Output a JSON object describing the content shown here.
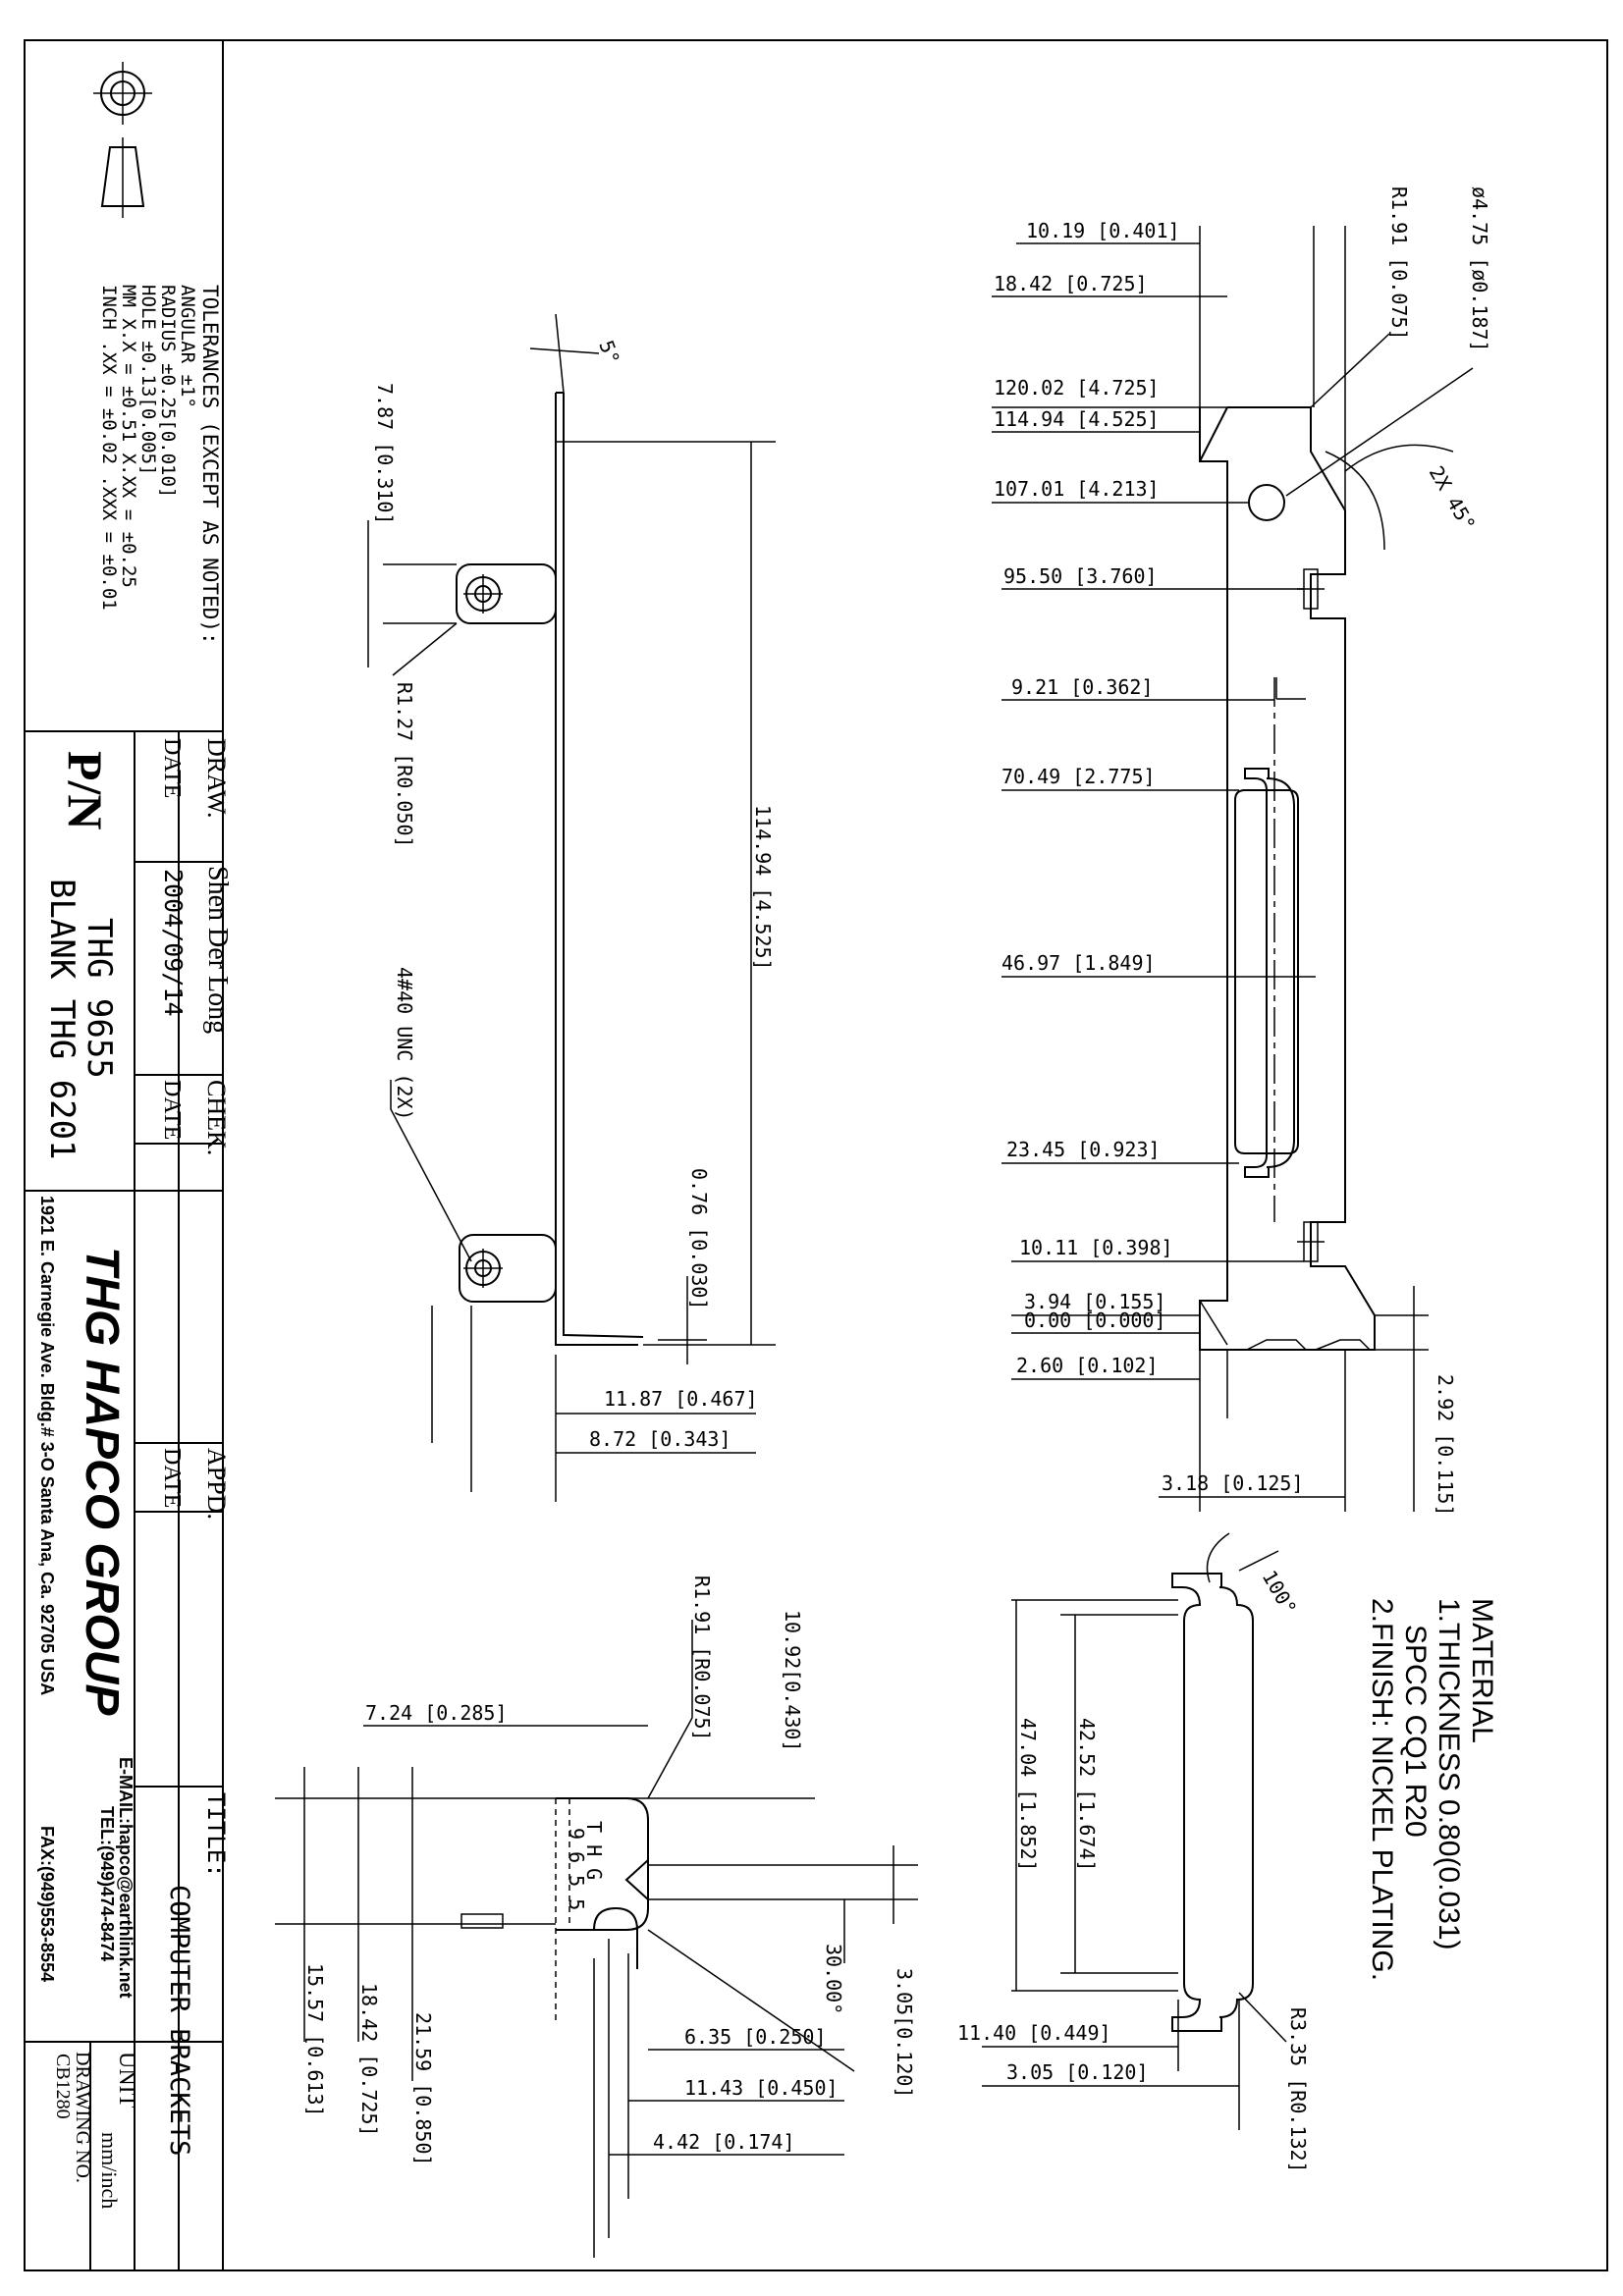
{
  "title_block": {
    "tolerances": {
      "heading": "TOLERANCES (EXCEPT AS NOTED):",
      "angular": "ANGULAR ±1°",
      "radius": "RADIUS ±0.25[0.010]",
      "hole": "HOLE ±0.13[0.005]",
      "mm": "MM X.X = ±0.51  X.XX = ±0.25",
      "inch": "INCH .XX = ±0.02  .XXX = ±0.01"
    },
    "draw_label": "DRAW.",
    "drawn_by": "Shen Der Long",
    "chek_label": "CHEK.",
    "date_label_1": "DATE",
    "date_value": "2004/09/14",
    "date_label_2": "DATE",
    "appd_label": "APPD.",
    "date_label_3": "DATE",
    "pn_label": "P/N",
    "part_number": "THG 9655",
    "blank_number": "BLANK THG 6201",
    "company": "THG HAPCO GROUP",
    "address": "1921 E. Carnegie Ave. Bldg.# 3-O Santa Ana, Ca. 92705 USA",
    "email": "E-MAIL:hapco@earthlink.net",
    "tel": "TEL:(949)474-8474",
    "fax": "FAX:(949)553-8554",
    "title_label": "TITLE:",
    "title_value": "COMPUTER BRACKETS",
    "unit_label": "UNIT",
    "unit_value": "mm/inch",
    "drawing_no_label": "DRAWING NO.",
    "drawing_no": "CB1280"
  },
  "material": {
    "heading": "MATERIAL",
    "thickness": "1.THICKNESS 0.80(0.031)",
    "spec": "SPCC CQ1 R20",
    "finish": "2.FINISH: NICKEL PLATING."
  },
  "view_front": {
    "d1": "10.19 [0.401]",
    "d2": "18.42 [0.725]",
    "d3": "120.02 [4.725]",
    "d4": "114.94 [4.525]",
    "d5": "107.01 [4.213]",
    "d6": "95.50 [3.760]",
    "d7": "9.21 [0.362]",
    "d8": "70.49 [2.775]",
    "d9": "46.97 [1.849]",
    "d10": "23.45 [0.923]",
    "d11": "10.11 [0.398]",
    "d12": "3.94 [0.155]",
    "d13": "0.00 [0.000]",
    "d14": "2.60 [0.102]",
    "d15": "3.18 [0.125]",
    "d16": "2.92 [0.115]",
    "r1": "R1.91 [0.075]",
    "hole": "ø4.75 [ø0.187]",
    "chamfer": "2X 45°"
  },
  "view_side": {
    "angle": "5°",
    "d1": "7.87 [0.310]",
    "r1": "R1.27 [R0.050]",
    "d2": "114.94 [4.525]",
    "screw": "4#40 UNC  (2X)",
    "d3": "0.76 [0.030]",
    "d4": "11.87 [0.467]",
    "d5": "8.72 [0.343]"
  },
  "view_bottom": {
    "d1": "7.24 [0.285]",
    "r1": "R1.91 [R0.075]",
    "d2": "10.92[0.430]",
    "angle": "30.00°",
    "d3": "3.05[0.120]",
    "d4": "15.57 [0.613]",
    "d5": "18.42 [0.725]",
    "d6": "21.59 [0.850]",
    "d7": "6.35 [0.250]",
    "d8": "11.43 [0.450]",
    "d9": "4.42 [0.174]",
    "stamp_1": "T H G",
    "stamp_2": "9 6 5 5"
  },
  "view_cutout": {
    "angle": "100°",
    "d1": "42.52 [1.674]",
    "d2": "47.04 [1.852]",
    "r1": "R3.35 [R0.132]",
    "d3": "11.40 [0.449]",
    "d4": "3.05 [0.120]"
  }
}
